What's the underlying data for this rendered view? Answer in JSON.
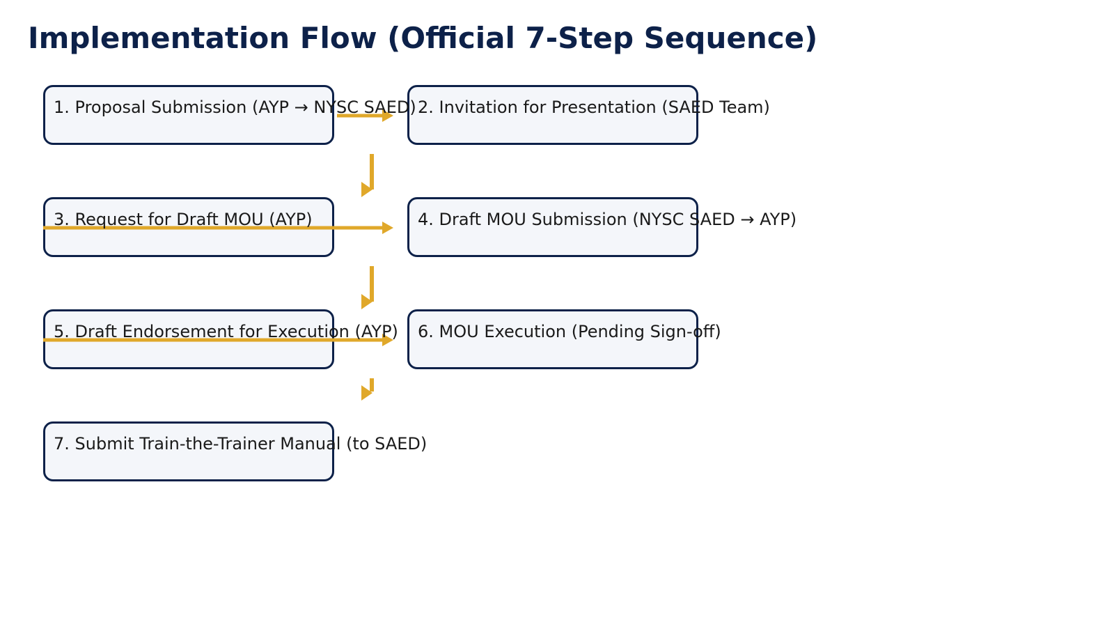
{
  "title": "Implementation Flow (Official 7-Step Sequence)",
  "colors": {
    "title": "#0d2149",
    "box_border": "#0d2149",
    "box_fill": "#f4f6fa",
    "label_text": "#1a1a1a",
    "connector": "#e0a82a"
  },
  "steps": [
    {
      "label": "1. Proposal Submission (AYP → NYSC SAED)"
    },
    {
      "label": "2. Invitation for Presentation (SAED Team)"
    },
    {
      "label": "3. Request for Draft MOU (AYP)"
    },
    {
      "label": "4. Draft MOU Submission (NYSC SAED → AYP)"
    },
    {
      "label": "5. Draft Endorsement for Execution (AYP)"
    },
    {
      "label": "6. MOU Execution (Pending Sign-off)"
    },
    {
      "label": "7. Submit Train-the-Trainer Manual (to SAED)"
    }
  ],
  "connections": [
    {
      "from": 1,
      "to": 2
    },
    {
      "from": 2,
      "to": 3
    },
    {
      "from": 3,
      "to": 4
    },
    {
      "from": 4,
      "to": 5
    },
    {
      "from": 5,
      "to": 6
    },
    {
      "from": 6,
      "to": 7
    }
  ]
}
